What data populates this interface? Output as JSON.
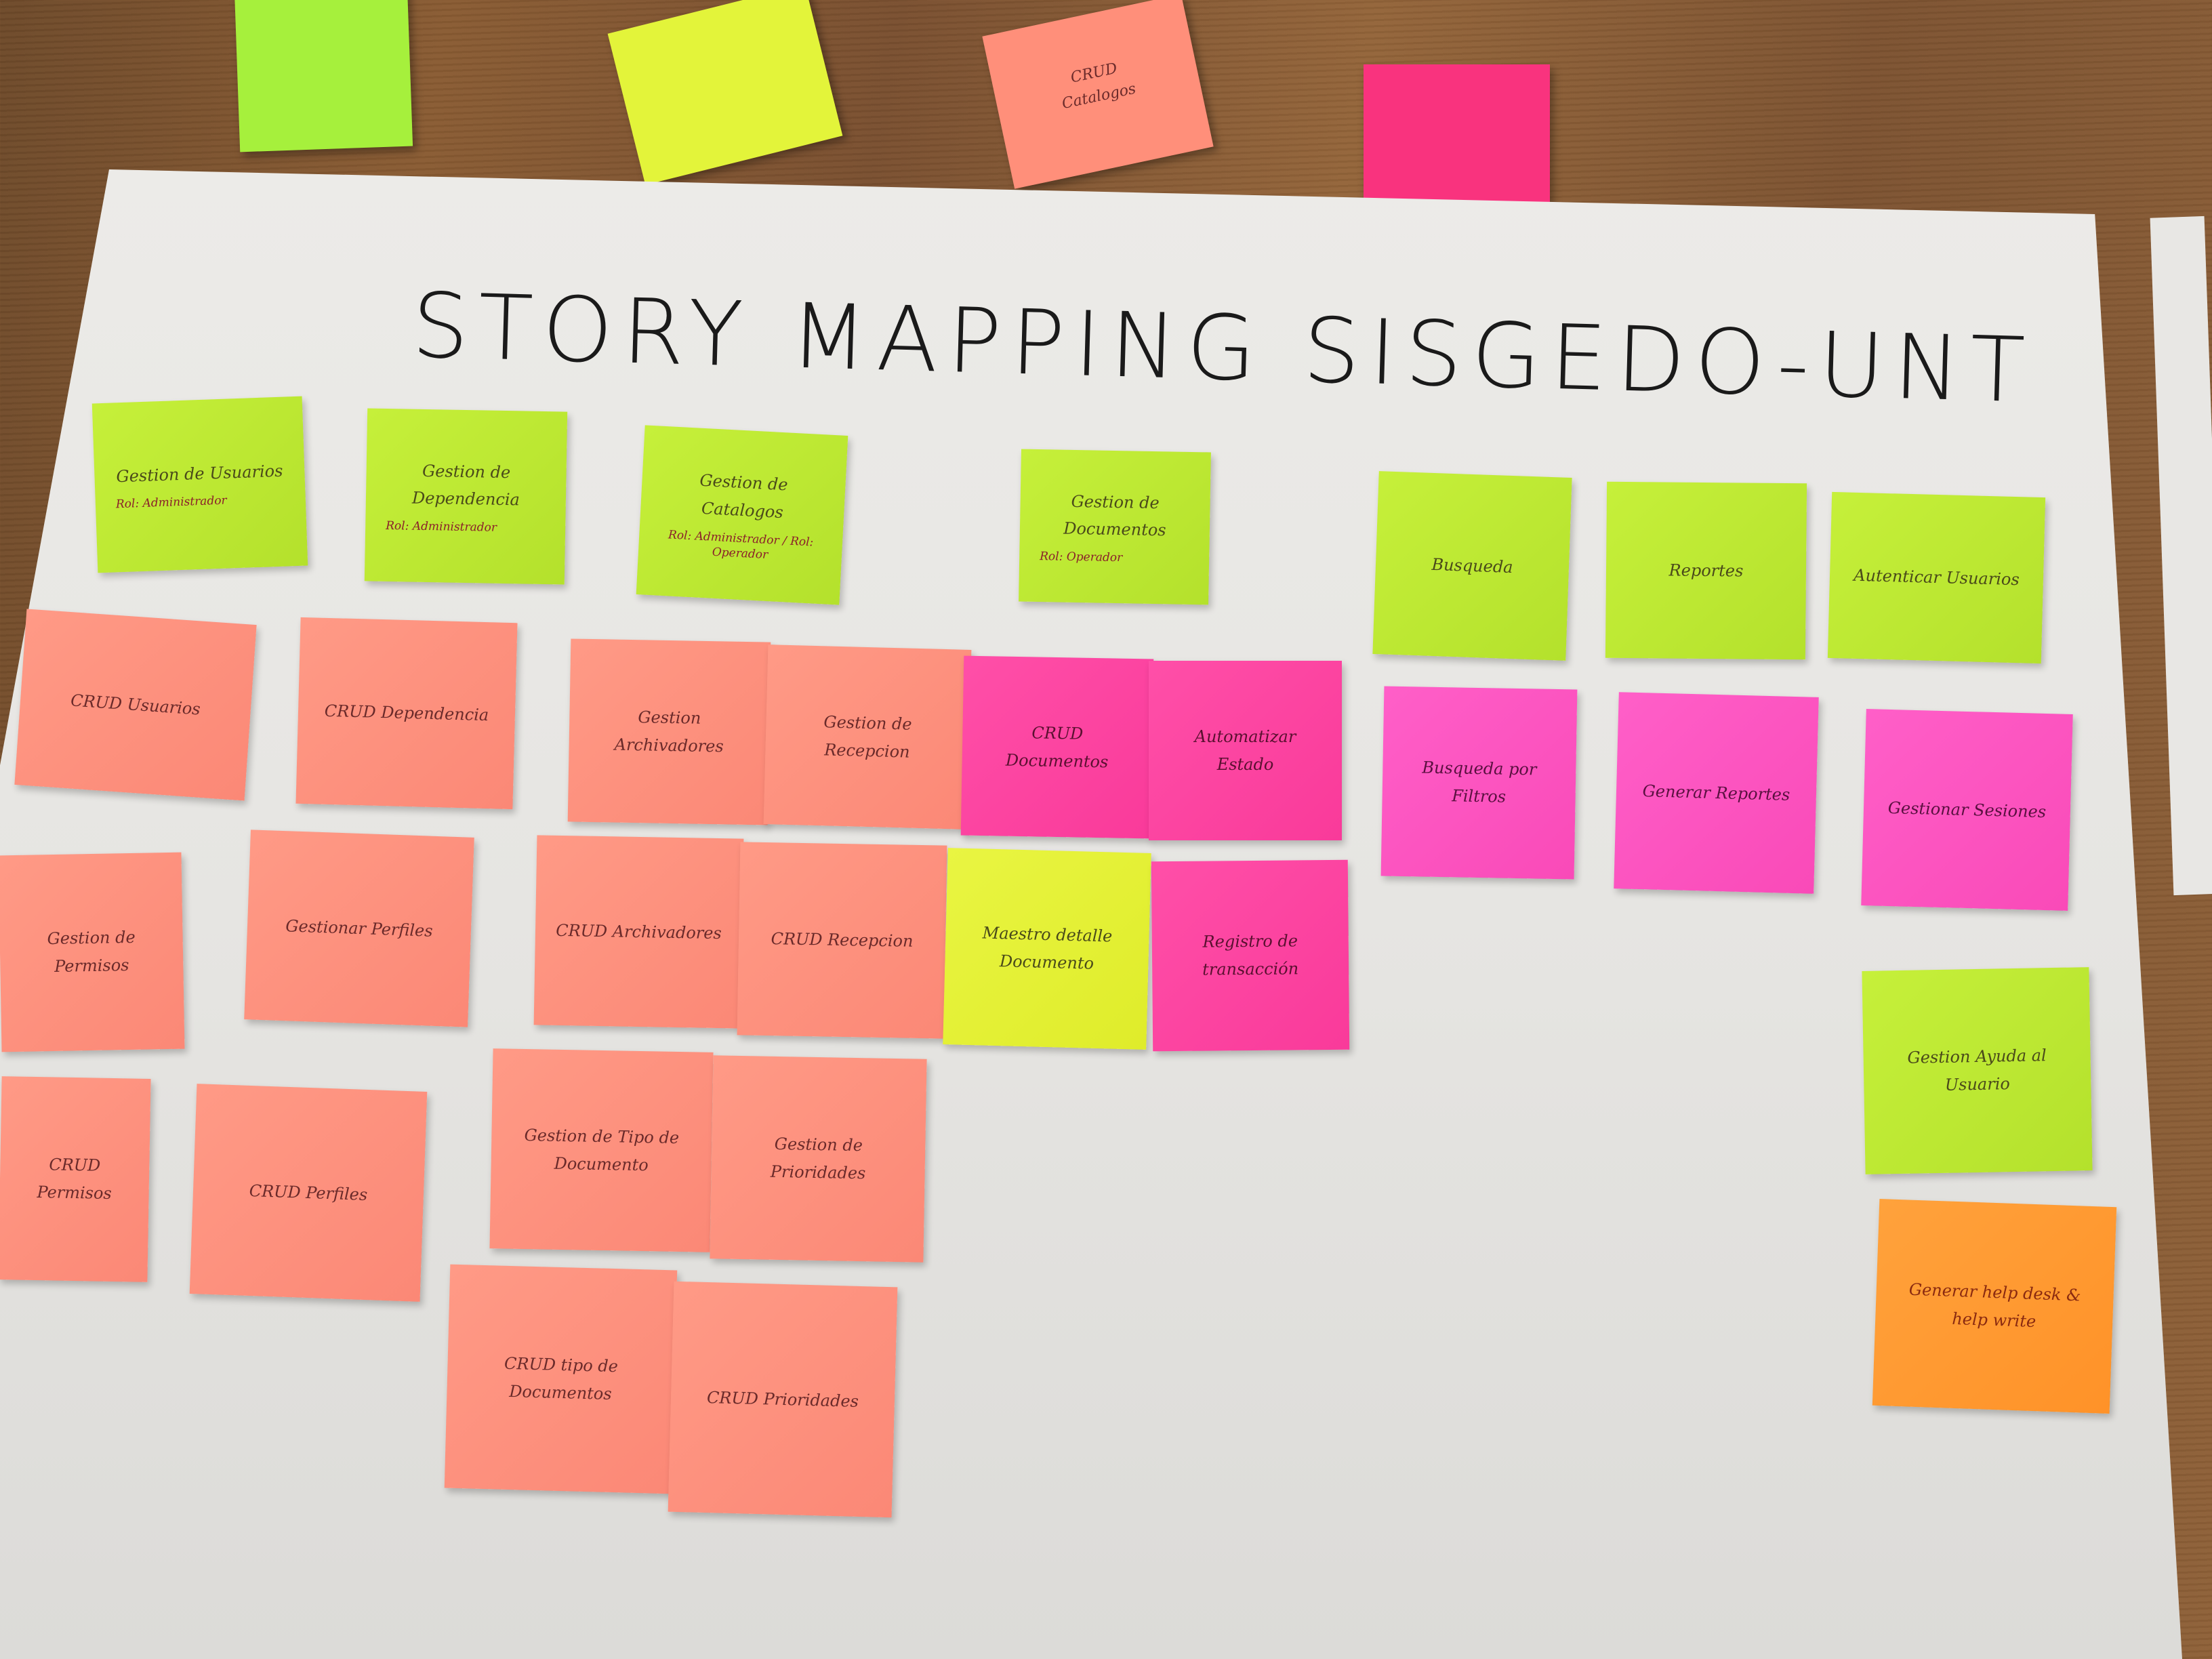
{
  "title": "STORY MAPPING SISGEDO-UNT",
  "colors": {
    "green": "#c6f03a",
    "yellow": "#e9f542",
    "salmon": "#ff9a86",
    "pink": "#ff4fa8",
    "magenta": "#ff5fc8",
    "orange": "#ffa23c",
    "paper": "#ecebe8",
    "table": "#8a5c33"
  },
  "loose_notes": {
    "crud_catalogos": "CRUD Catalogos"
  },
  "epics": {
    "usuarios": {
      "label": "Gestion de Usuarios",
      "sub": "Rol: Administrador"
    },
    "dependencia": {
      "label": "Gestion de Dependencia",
      "sub": "Rol: Administrador"
    },
    "catalogos": {
      "label": "Gestion de Catalogos",
      "sub": "Rol: Administrador / Rol: Operador"
    },
    "documentos": {
      "label": "Gestion de Documentos",
      "sub": "Rol: Operador"
    },
    "busqueda": {
      "label": "Busqueda"
    },
    "reportes": {
      "label": "Reportes"
    },
    "autenticar": {
      "label": "Autenticar Usuarios"
    },
    "ayuda": {
      "label": "Gestion Ayuda al Usuario"
    }
  },
  "stories": {
    "crud_usuarios": "CRUD Usuarios",
    "gestion_permisos": "Gestion de Permisos",
    "crud_permisos": "CRUD Permisos",
    "crud_dependencia": "CRUD Dependencia",
    "gestionar_perfiles": "Gestionar Perfiles",
    "crud_perfiles": "CRUD Perfiles",
    "gestion_archivadores": "Gestion Archivadores",
    "crud_archivadores": "CRUD Archivadores",
    "gestion_tipo_documento": "Gestion de Tipo de Documento",
    "crud_tipo_documentos": "CRUD tipo de Documentos",
    "gestion_recepcion": "Gestion de Recepcion",
    "crud_recepcion": "CRUD Recepcion",
    "gestion_prioridades": "Gestion de Prioridades",
    "crud_prioridades": "CRUD Prioridades",
    "crud_documentos": "CRUD Documentos",
    "automatizar_estado": "Automatizar Estado",
    "maestro_detalle": "Maestro detalle Documento",
    "registro_transaccion": "Registro de transacción",
    "busqueda_filtros": "Busqueda por Filtros",
    "generar_reportes": "Generar Reportes",
    "gestionar_sesiones": "Gestionar Sesiones",
    "generar_helpdesk": "Generar help desk & help write"
  }
}
